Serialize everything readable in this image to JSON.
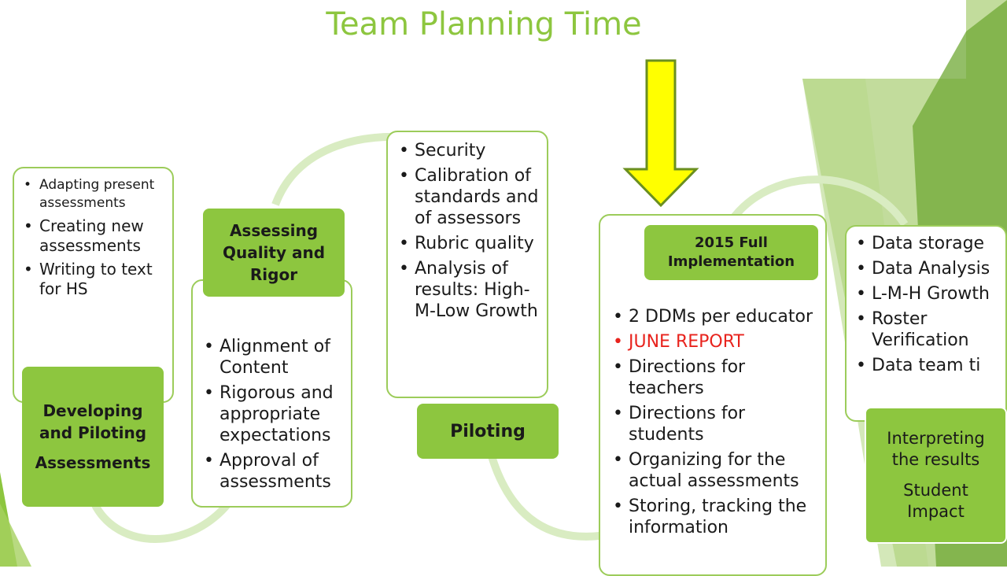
{
  "slide": {
    "title": "Team Planning Time"
  },
  "stages": [
    {
      "header_lines": [
        "Developing",
        "and Piloting",
        "Assessments"
      ],
      "bullets": [
        "Adapting present assessments",
        "Creating new assessments",
        "Writing to text for HS"
      ]
    },
    {
      "header": "Assessing Quality and Rigor",
      "bullets": [
        "Alignment of Content",
        "Rigorous and appropriate expectations",
        "Approval of assessments"
      ]
    },
    {
      "header": "Piloting",
      "bullets": [
        "Security",
        "Calibration of standards and of assessors",
        "Rubric quality",
        "Analysis of results: High-M-Low Growth"
      ]
    },
    {
      "header": "2015 Full Implementation",
      "bullets": [
        "2 DDMs per educator",
        "JUNE REPORT",
        "Directions for teachers",
        "Directions for students",
        "Organizing for the actual assessments",
        "Storing, tracking the information"
      ]
    },
    {
      "header_lines": [
        "Interpreting the results",
        "Student Impact"
      ],
      "bullets": [
        "Data storage",
        "Data Analysis",
        "L-M-H Growth",
        "Roster Verification",
        "Data team ti"
      ]
    }
  ],
  "colors": {
    "accent_green": "#8dc63f",
    "border_green": "#9ccc5a",
    "highlight_red": "#e8231d",
    "arrow_yellow": "#ffff00"
  },
  "icons": [
    "down-arrow-icon"
  ]
}
